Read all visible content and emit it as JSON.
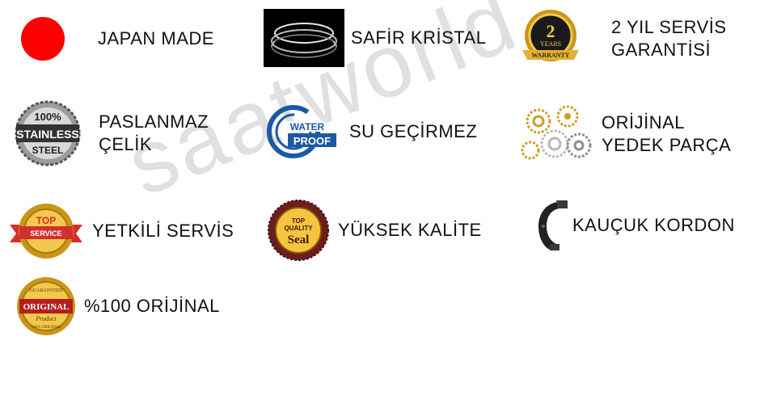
{
  "watermark": "saatworld",
  "colors": {
    "red_dot": "#ff0000",
    "gold": "#d4a017",
    "blue": "#1b5aa3",
    "text": "#111111"
  },
  "features": [
    {
      "label": "JAPAN MADE",
      "icon": "red-dot-icon"
    },
    {
      "label": "SAFİR KRİSTAL",
      "icon": "sapphire-crystal-icon"
    },
    {
      "label": "2 YIL SERVİS\nGARANTİSİ",
      "icon": "two-year-warranty-badge-icon",
      "badge_top": "2",
      "badge_mid": "YEARS",
      "badge_ribbon": "WARRANTY"
    },
    {
      "label": "PASLANMAZ\nÇELİK",
      "icon": "stainless-steel-badge-icon",
      "badge_line1": "100%",
      "badge_line2": "STAINLESS",
      "badge_line3": "STEEL"
    },
    {
      "label": "SU GEÇİRMEZ",
      "icon": "waterproof-badge-icon",
      "badge_line1": "WATER",
      "badge_line2": "PROOF"
    },
    {
      "label": "ORİJİNAL\nYEDEK PARÇA",
      "icon": "gears-icon"
    },
    {
      "label": "YETKİLİ SERVİS",
      "icon": "top-service-badge-icon",
      "badge_line1": "TOP",
      "badge_line2": "SERVICE"
    },
    {
      "label": "YÜKSEK KALİTE",
      "icon": "top-quality-seal-icon",
      "badge_line1": "TOP",
      "badge_line2": "QUALITY",
      "badge_line3": "Seal"
    },
    {
      "label": "KAUÇUK KORDON",
      "icon": "rubber-strap-icon"
    },
    {
      "label": "%100 ORİJİNAL",
      "icon": "original-product-badge-icon",
      "badge_line1": "GUARANTEED",
      "badge_line2": "ORIGINAL",
      "badge_line3": "Product",
      "badge_line4": "100% ORIGINAL"
    }
  ]
}
